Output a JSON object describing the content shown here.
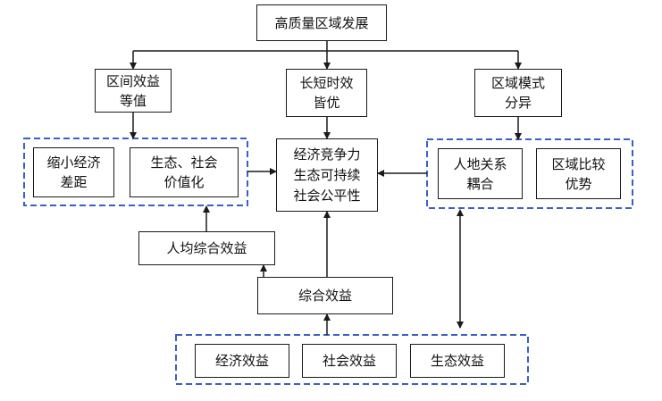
{
  "top": "高质量区域发展",
  "left_mid": "区间效益\n等值",
  "center_mid": "长短时效\n皆优",
  "right_mid": "区域模式\n分异",
  "left_group": {
    "item1": "缩小经济\n差距",
    "item2": "生态、社会\n价值化"
  },
  "center_core": "经济竞争力\n生态可持续\n社会公平性",
  "right_group": {
    "item1": "人地关系\n耦合",
    "item2": "区域比较\n优势"
  },
  "per_capita": "人均综合效益",
  "comprehensive": "综合效益",
  "bottom_group": {
    "item1": "经济效益",
    "item2": "社会效益",
    "item3": "生态效益"
  },
  "colors": {
    "line": "#1a1a1a",
    "dashed_border": "#3a5fc8"
  }
}
